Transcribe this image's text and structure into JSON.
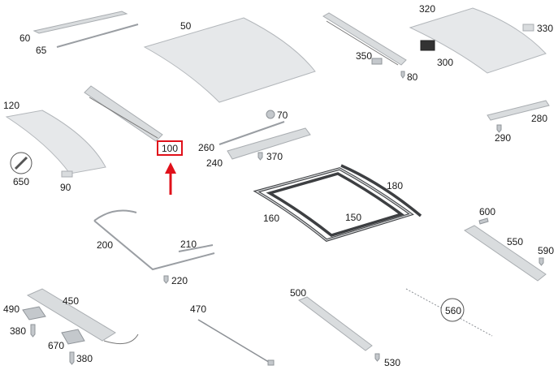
{
  "highlight_color": "#e0101a",
  "parts": [
    {
      "id": "p60",
      "number": "60"
    },
    {
      "id": "p65",
      "number": "65"
    },
    {
      "id": "p50",
      "number": "50"
    },
    {
      "id": "p350",
      "number": "350"
    },
    {
      "id": "p80",
      "number": "80"
    },
    {
      "id": "p320",
      "number": "320"
    },
    {
      "id": "p330",
      "number": "330"
    },
    {
      "id": "p300",
      "number": "300"
    },
    {
      "id": "p120",
      "number": "120"
    },
    {
      "id": "p650",
      "number": "650"
    },
    {
      "id": "p90",
      "number": "90"
    },
    {
      "id": "p100",
      "number": "100",
      "highlighted": true
    },
    {
      "id": "p70",
      "number": "70"
    },
    {
      "id": "p260",
      "number": "260"
    },
    {
      "id": "p240",
      "number": "240"
    },
    {
      "id": "p370",
      "number": "370"
    },
    {
      "id": "p280",
      "number": "280"
    },
    {
      "id": "p290",
      "number": "290"
    },
    {
      "id": "p180",
      "number": "180"
    },
    {
      "id": "p160",
      "number": "160"
    },
    {
      "id": "p150",
      "number": "150"
    },
    {
      "id": "p600",
      "number": "600"
    },
    {
      "id": "p550",
      "number": "550"
    },
    {
      "id": "p590",
      "number": "590"
    },
    {
      "id": "p200",
      "number": "200"
    },
    {
      "id": "p210",
      "number": "210"
    },
    {
      "id": "p220",
      "number": "220"
    },
    {
      "id": "p490",
      "number": "490"
    },
    {
      "id": "p450",
      "number": "450"
    },
    {
      "id": "p380a",
      "number": "380"
    },
    {
      "id": "p670",
      "number": "670"
    },
    {
      "id": "p380b",
      "number": "380"
    },
    {
      "id": "p470",
      "number": "470"
    },
    {
      "id": "p500",
      "number": "500"
    },
    {
      "id": "p530",
      "number": "530"
    },
    {
      "id": "p560",
      "number": "560"
    }
  ]
}
